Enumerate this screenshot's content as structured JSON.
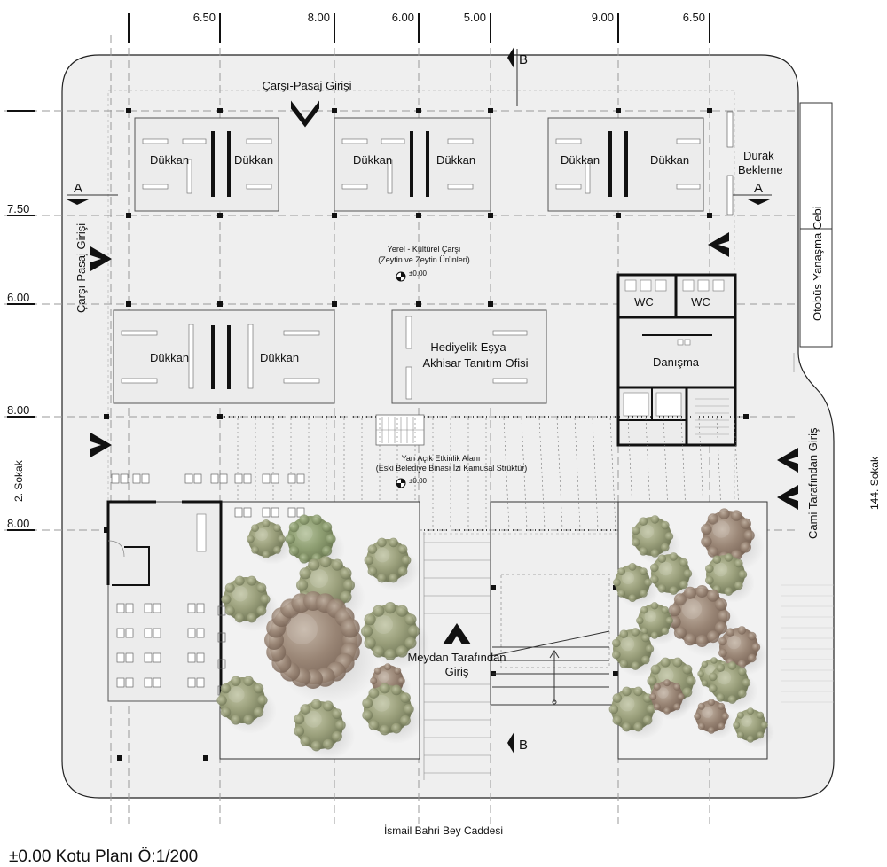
{
  "grid": {
    "column_spacings": [
      "6.50",
      "8.00",
      "6.00",
      "5.00",
      "9.00",
      "6.50"
    ],
    "row_spacings": [
      "7.50",
      "6.00",
      "8.00",
      "8.00"
    ]
  },
  "section_markers": {
    "a": "A",
    "b": "B"
  },
  "entrances": {
    "passage_top": "Çarşı-Pasaj Girişi",
    "passage_left": "Çarşı-Pasaj Girişi",
    "mosque_side": "Cami Tarafından Giriş",
    "square_side": "Meydan Tarafından Giriş"
  },
  "shops": {
    "shop_label": "Dükkan",
    "gift_shop_line1": "Hediyelik Eşya",
    "gift_shop_line2": "Akhisar Tanıtım Ofisi"
  },
  "services": {
    "wc": "WC",
    "information": "Danışma",
    "bus_stop_line1": "Durak",
    "bus_stop_line2": "Bekleme",
    "bus_bay": "Otobüs Yanaşma Cebi"
  },
  "areas": {
    "bazaar_line1": "Yerel - Kültürel Çarşı",
    "bazaar_line2": "(Zeytin ve Zeytin Ürünleri)",
    "bazaar_level": "±0.00",
    "event_line1": "Yarı Açık Etkinlik Alanı",
    "event_line2": "(Eski Belediye Binası İzi Kamusal Strüktür)",
    "event_level": "±0.00"
  },
  "streets": {
    "left": "2. Sokak",
    "right": "144. Sokak",
    "bottom": "İsmail Bahri Bey Caddesi"
  },
  "plan_title": "±0.00 Kotu Planı Ö:1/200",
  "colors": {
    "paving": "#efefef",
    "building_fill": "#ededed",
    "wall": "#111111",
    "gridline": "#9a9a9a",
    "tree_canopy_light": "#98a07c",
    "tree_canopy_dark": "#8e7b6c"
  }
}
